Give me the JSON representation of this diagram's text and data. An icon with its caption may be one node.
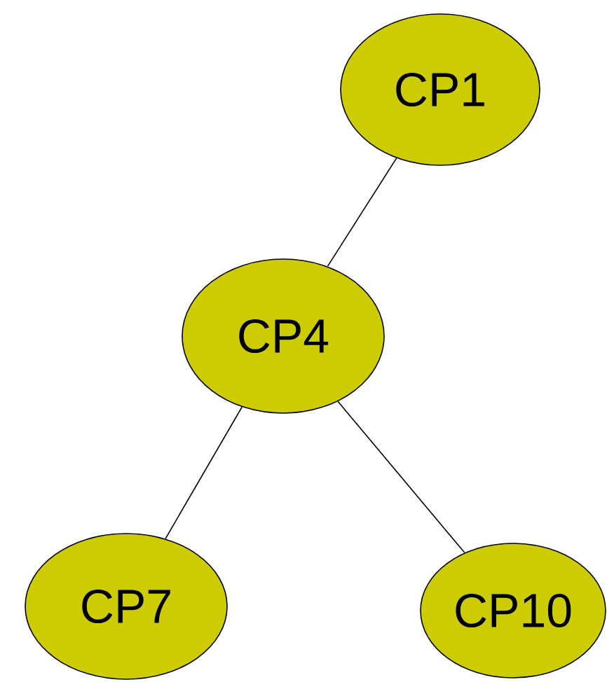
{
  "diagram": {
    "nodes": [
      {
        "text": [
          "CP1"
        ]
      },
      {
        "text": [
          "CP4"
        ]
      },
      {
        "text": [
          "CP7"
        ]
      },
      {
        "text": [
          "CP10"
        ]
      }
    ],
    "edges": [
      {
        "from": 0,
        "to": 1,
        "arrow": "none"
      },
      {
        "from": 1,
        "to": 2,
        "arrow": "none"
      },
      {
        "from": 1,
        "to": 3,
        "arrow": "none"
      }
    ]
  }
}
